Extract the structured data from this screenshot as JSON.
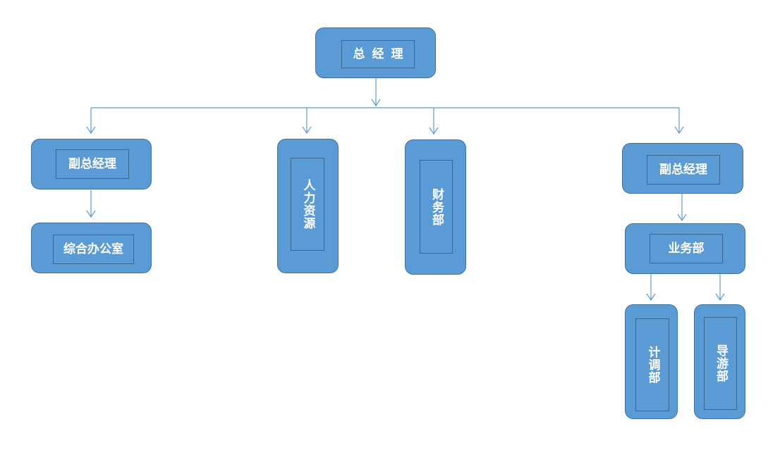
{
  "org_chart": {
    "ceo": "总经理",
    "deputy_left": "副总经理",
    "general_office": "综合办公室",
    "human_resources": "人力资源",
    "finance": "财务部",
    "deputy_right": "副总经理",
    "business": "业务部",
    "planning": "计调部",
    "tour_guide": "导游部"
  },
  "colors": {
    "box_fill": "#5b9bd5",
    "box_border": "#41719c",
    "inner_border": "#3a6690",
    "connector": "#5b9bd5",
    "text": "#ffffff"
  }
}
